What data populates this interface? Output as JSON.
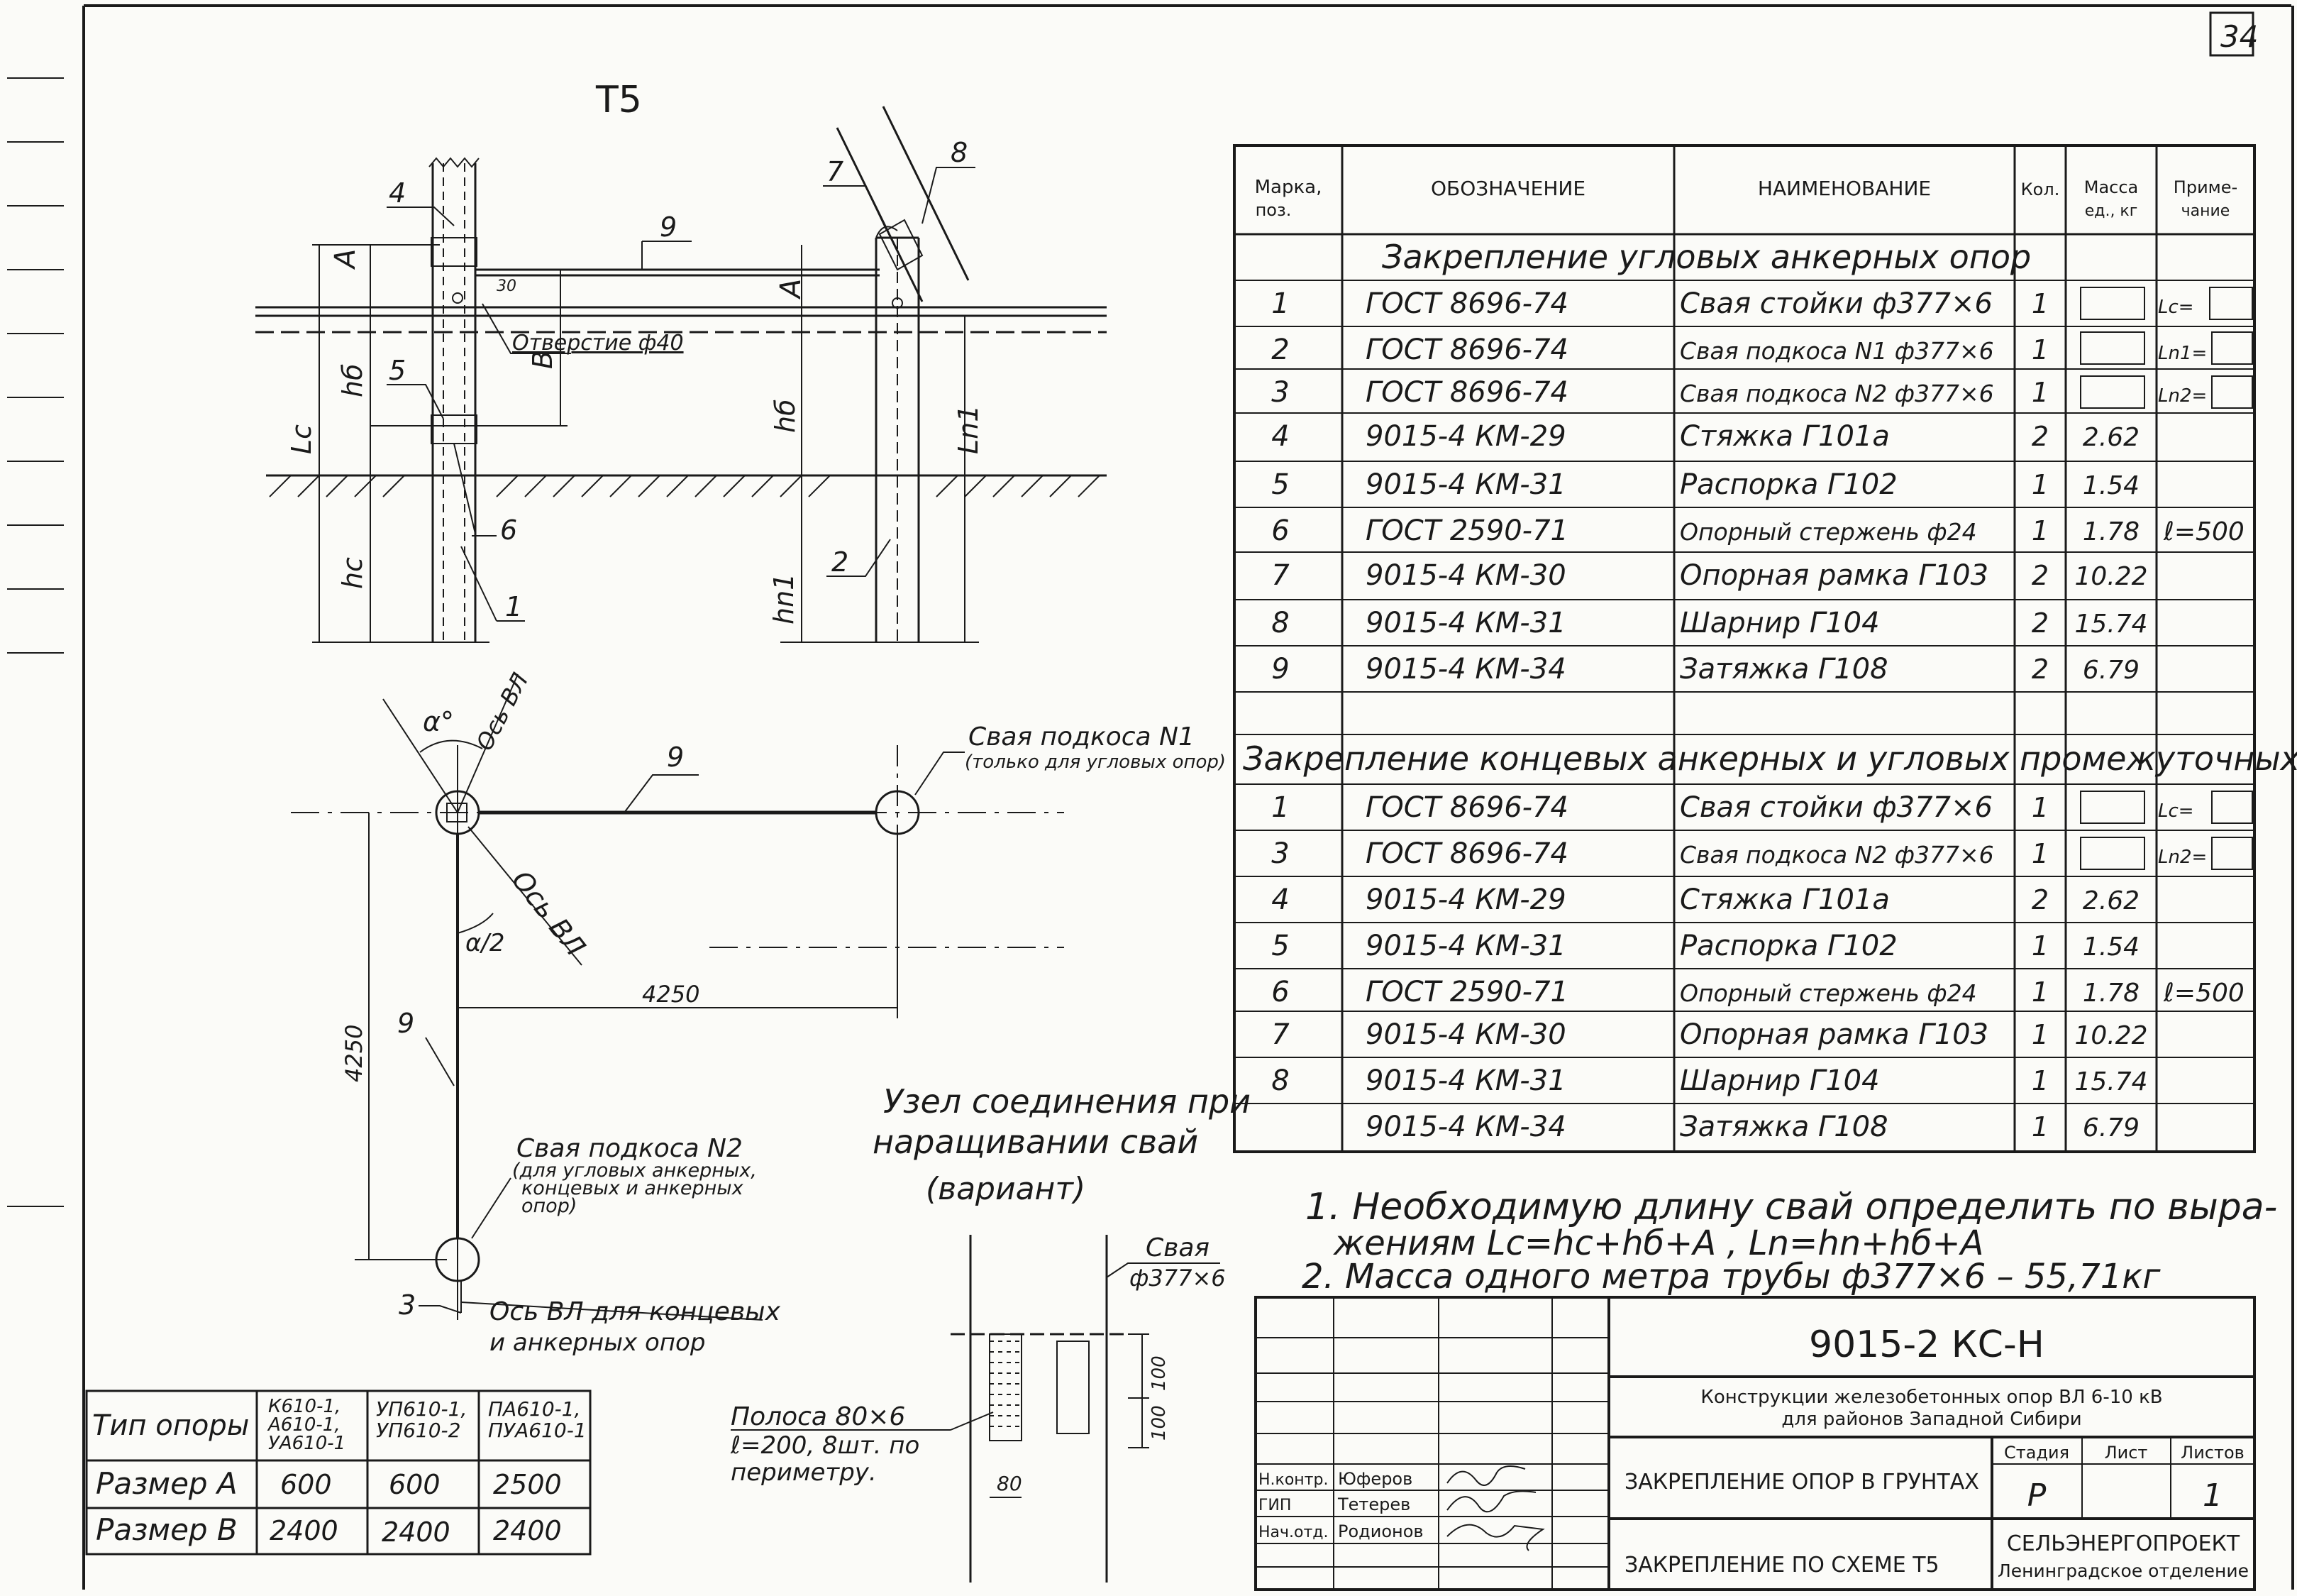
{
  "sheet_number": "34",
  "view_label": "T5",
  "elevation": {
    "dims": {
      "A1": "A",
      "A2": "A",
      "hb1": "hб",
      "hb2": "hб",
      "B": "B",
      "Lc": "Lc",
      "Ln1": "Ln1",
      "hc": "hc",
      "hn1": "hn1",
      "d30": "30"
    },
    "callouts": {
      "c4": "4",
      "c5": "5",
      "c6": "6",
      "c1": "1",
      "c7": "7",
      "c8": "8",
      "c9": "9",
      "c2": "2"
    },
    "hole_label": "Отверстие ф40"
  },
  "plan": {
    "alpha": "α°",
    "alpha_half": "α/2",
    "axis_vl_1": "Ось ВЛ",
    "axis_vl_2": "Ось ВЛ",
    "callout_9a": "9",
    "callout_9b": "9",
    "callout_3": "3",
    "dim_h": "4250",
    "dim_v": "4250",
    "pile_n1_title": "Свая подкоса N1",
    "pile_n1_note": "(только для угловых опор)",
    "pile_n2_title": "Свая подкоса N2",
    "pile_n2_note_1": "(для угловых анкерных,",
    "pile_n2_note_2": "концевых и анкерных",
    "pile_n2_note_3": "опор)",
    "axis_end_1": "Ось ВЛ для концевых",
    "axis_end_2": "и анкерных опор"
  },
  "node": {
    "title_1": "Узел соединения при",
    "title_2": "наращивании свай",
    "title_3": "(вариант)",
    "pile_label": "Свая",
    "pile_size": "ф377×6",
    "strip_1": "Полоса 80×6",
    "strip_2": "ℓ=200, 8шт. по",
    "strip_3": "периметру.",
    "dim_100a": "100",
    "dim_100b": "100",
    "dim_80": "80"
  },
  "type_table": {
    "header_label": "Тип опоры",
    "col1_lines": [
      "К610-1,",
      "А610-1,",
      "УА610-1"
    ],
    "col2_lines": [
      "УП610-1,",
      "УП610-2"
    ],
    "col3_lines": [
      "ПА610-1,",
      "ПУА610-1"
    ],
    "rows": [
      {
        "label": "Размер А",
        "v1": "600",
        "v2": "600",
        "v3": "2500"
      },
      {
        "label": "Размер В",
        "v1": "2400",
        "v2": "2400",
        "v3": "2400"
      }
    ]
  },
  "spec": {
    "headers": [
      "Марка, поз.",
      "ОБОЗНАЧЕНИЕ",
      "НАИМЕНОВАНИЕ",
      "Кол.",
      "Масса ед., кг",
      "Приме-чание"
    ],
    "section1": "Закрепление угловых анкерных опор",
    "rows1": [
      {
        "pos": "1",
        "designation": "ГОСТ 8696-74",
        "name": "Свая стойки ф377×6",
        "qty": "1",
        "mass": "",
        "note": "Lc="
      },
      {
        "pos": "2",
        "designation": "ГОСТ 8696-74",
        "name": "Свая подкоса N1 ф377×6",
        "qty": "1",
        "mass": "",
        "note": "Ln1="
      },
      {
        "pos": "3",
        "designation": "ГОСТ 8696-74",
        "name": "Свая подкоса N2 ф377×6",
        "qty": "1",
        "mass": "",
        "note": "Ln2="
      },
      {
        "pos": "4",
        "designation": "9015-4 КМ-29",
        "name": "Стяжка Г101а",
        "qty": "2",
        "mass": "2.62",
        "note": ""
      },
      {
        "pos": "5",
        "designation": "9015-4 КМ-31",
        "name": "Распорка Г102",
        "qty": "1",
        "mass": "1.54",
        "note": ""
      },
      {
        "pos": "6",
        "designation": "ГОСТ 2590-71",
        "name": "Опорный стержень ф24",
        "qty": "1",
        "mass": "1.78",
        "note": "ℓ=500"
      },
      {
        "pos": "7",
        "designation": "9015-4 КМ-30",
        "name": "Опорная рамка Г103",
        "qty": "2",
        "mass": "10.22",
        "note": ""
      },
      {
        "pos": "8",
        "designation": "9015-4 КМ-31",
        "name": "Шарнир Г104",
        "qty": "2",
        "mass": "15.74",
        "note": ""
      },
      {
        "pos": "9",
        "designation": "9015-4 КМ-34",
        "name": "Затяжка Г108",
        "qty": "2",
        "mass": "6.79",
        "note": ""
      }
    ],
    "section2": "Закрепление концевых анкерных и угловых промежуточных опор",
    "rows2": [
      {
        "pos": "1",
        "designation": "ГОСТ 8696-74",
        "name": "Свая стойки ф377×6",
        "qty": "1",
        "mass": "",
        "note": "Lc="
      },
      {
        "pos": "3",
        "designation": "ГОСТ 8696-74",
        "name": "Свая подкоса N2 ф377×6",
        "qty": "1",
        "mass": "",
        "note": "Ln2="
      },
      {
        "pos": "4",
        "designation": "9015-4 КМ-29",
        "name": "Стяжка Г101а",
        "qty": "2",
        "mass": "2.62",
        "note": ""
      },
      {
        "pos": "5",
        "designation": "9015-4 КМ-31",
        "name": "Распорка Г102",
        "qty": "1",
        "mass": "1.54",
        "note": ""
      },
      {
        "pos": "6",
        "designation": "ГОСТ 2590-71",
        "name": "Опорный стержень ф24",
        "qty": "1",
        "mass": "1.78",
        "note": "ℓ=500"
      },
      {
        "pos": "7",
        "designation": "9015-4 КМ-30",
        "name": "Опорная рамка Г103",
        "qty": "1",
        "mass": "10.22",
        "note": ""
      },
      {
        "pos": "8",
        "designation": "9015-4 КМ-31",
        "name": "Шарнир Г104",
        "qty": "1",
        "mass": "15.74",
        "note": ""
      },
      {
        "pos": "",
        "designation": "9015-4 КМ-34",
        "name": "Затяжка Г108",
        "qty": "1",
        "mass": "6.79",
        "note": ""
      }
    ]
  },
  "notes": {
    "n1a": "1. Необходимую длину свай определить по выра-",
    "n1b": "жениям  Lc=hc+hб+A ,  Ln=hn+hб+A",
    "n2": "2. Масса одного метра трубы ф377×6 – 55,71кг"
  },
  "title_block": {
    "code": "9015-2 КС-Н",
    "project_1": "Конструкции железобетонных опор ВЛ 6-10 кВ",
    "project_2": "для районов Западной Сибири",
    "sheet_title": "ЗАКРЕПЛЕНИЕ ОПОР В ГРУНТАХ",
    "scheme": "ЗАКРЕПЛЕНИЕ ПО СХЕМЕ Т5",
    "stage_h": "Стадия",
    "list_h": "Лист",
    "lists_h": "Листов",
    "stage": "Р",
    "lists": "1",
    "org_1": "СЕЛЬЭНЕРГОПРОЕКТ",
    "org_2": "Ленинградское отделение",
    "sign_rows": [
      {
        "role": "Н.контр.",
        "name": "Юферов"
      },
      {
        "role": "ГИП",
        "name": "Тетерев"
      },
      {
        "role": "Нач.отд.",
        "name": "Родионов"
      }
    ]
  }
}
